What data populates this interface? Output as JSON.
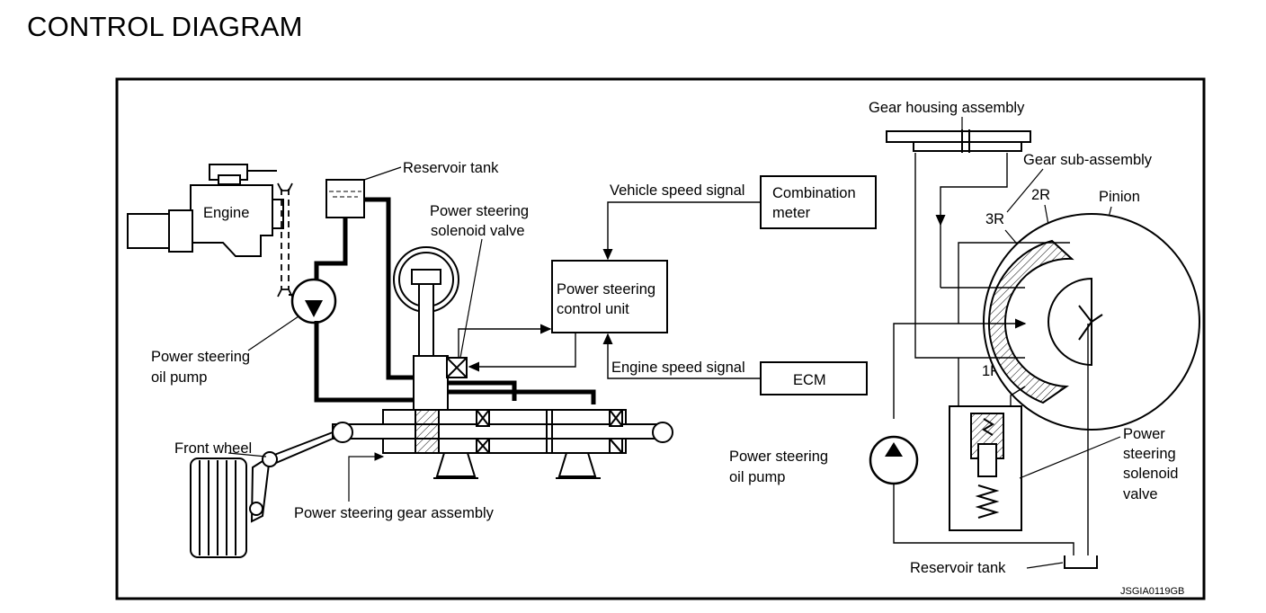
{
  "title": "CONTROL DIAGRAM",
  "labels": {
    "engine": "Engine",
    "reservoir_tank": "Reservoir tank",
    "ps_solenoid_valve_1": "Power steering",
    "ps_solenoid_valve_2": "solenoid valve",
    "ps_oil_pump_1": "Power steering",
    "ps_oil_pump_2": "oil pump",
    "front_wheel": "Front wheel",
    "ps_gear_assembly": "Power steering gear assembly",
    "vehicle_speed_signal": "Vehicle speed signal",
    "combination_meter_1": "Combination",
    "combination_meter_2": "meter",
    "ps_control_unit_1": "Power steering",
    "ps_control_unit_2": "control unit",
    "engine_speed_signal": "Engine speed signal",
    "ecm": "ECM",
    "gear_housing_assembly": "Gear housing assembly",
    "gear_sub_assembly": "Gear sub-assembly",
    "pinion": "Pinion",
    "chamber_2r": "2R",
    "chamber_3r": "3R",
    "chamber_1r": "1R",
    "r_ps_oil_pump_1": "Power steering",
    "r_ps_oil_pump_2": "oil pump",
    "r_solenoid_1": "Power",
    "r_solenoid_2": "steering",
    "r_solenoid_3": "solenoid",
    "r_solenoid_4": "valve",
    "r_reservoir_tank": "Reservoir tank",
    "figure_code": "JSGIA0119GB"
  }
}
